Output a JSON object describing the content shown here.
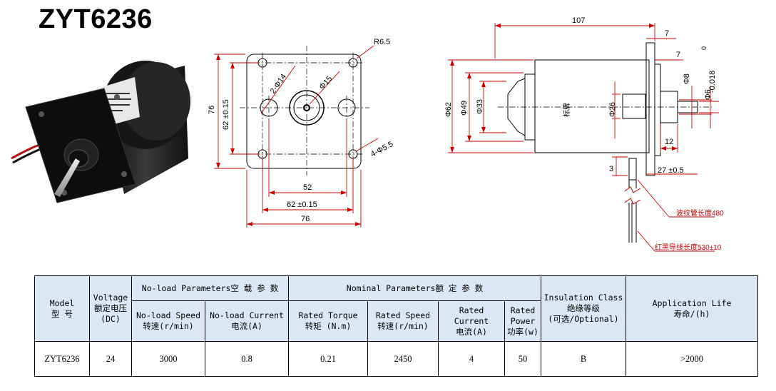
{
  "title": "ZYT6236",
  "front_view": {
    "dims": {
      "r65": "R6.5",
      "holes2": "2-Φ14",
      "bore15": "Φ15",
      "dim76v": "76",
      "dim62v": "62 ±0.15",
      "holes4": "4-Φ5.5",
      "dim52": "52",
      "dim62h": "62 ±0.15",
      "dim76h": "76"
    }
  },
  "side_view": {
    "dims": {
      "d107": "107",
      "d7a": "7",
      "d7b": "7",
      "d0": "0",
      "d6tol": "-0.018",
      "d8": "Φ8",
      "d6": "Φ6",
      "d62": "Φ62",
      "d49": "Φ49",
      "d33": "Φ33",
      "d26": "Φ26",
      "d12": "12",
      "d3": "3",
      "d27": "27 ±0.5",
      "label": "标牌",
      "note1": "波纹管长度480",
      "note2": "红黑导线长度530±10"
    }
  },
  "table": {
    "headers": {
      "model": [
        "Model",
        "型 号"
      ],
      "voltage": [
        "Voltage",
        "额定电压",
        "(DC)"
      ],
      "noload": "No-load Parameters空 载 参 数",
      "nominal": "Nominal Parameters额   定   参   数",
      "insulation": [
        "Insulation Class",
        "绝缘等级",
        "(可选/Optional)"
      ],
      "life": [
        "Application Life",
        "寿命/(h)"
      ],
      "nl_speed": [
        "No-load Speed",
        "转速(r/min)"
      ],
      "nl_current": [
        "No-load Current",
        "电流(A)"
      ],
      "rated_torque": [
        "Rated Torque",
        "转矩 (N.m)"
      ],
      "rated_speed": [
        "Rated Speed",
        "转速(r/min)"
      ],
      "rated_current": [
        "Rated",
        "Current",
        "电流(A)"
      ],
      "rated_power": [
        "Rated",
        "Power",
        "功率(w)"
      ]
    },
    "row": {
      "model": "ZYT6236",
      "voltage": "24",
      "nl_speed": "3000",
      "nl_current": "0.8",
      "rated_torque": "0.21",
      "rated_speed": "2450",
      "rated_current": "4",
      "rated_power": "50",
      "insulation": "B",
      "life": ">2000"
    }
  }
}
